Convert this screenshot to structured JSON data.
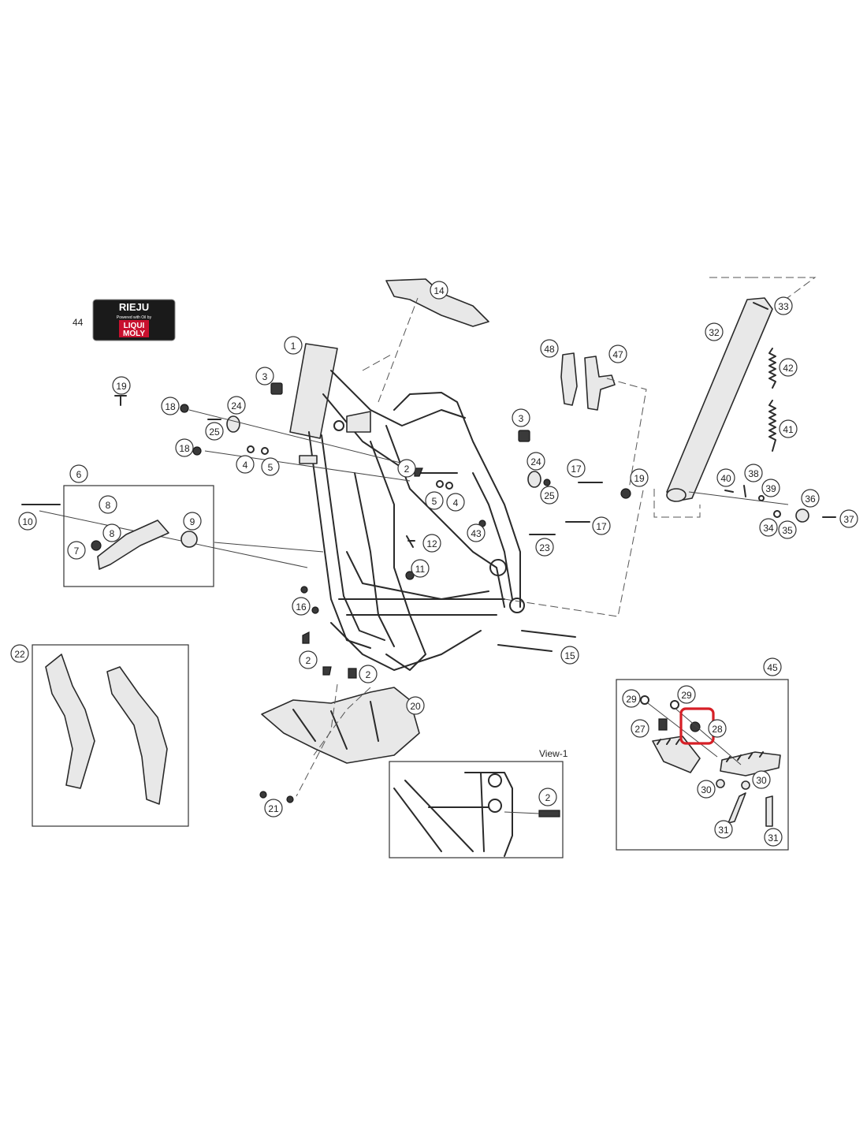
{
  "diagram": {
    "brand_badge": {
      "brand": "RIEJU",
      "tagline": "Powered with Oil by",
      "partner_line1": "LIQUI",
      "partner_line2": "MOLY",
      "badge_colors": {
        "background": "#1a1a1a",
        "partner": "#c8102e",
        "partner_text": "#ffffff"
      }
    },
    "label_44": "44",
    "view_label": "View-1",
    "highlight_color": "#d61f26",
    "callouts": [
      {
        "id": "c14",
        "label": "14"
      },
      {
        "id": "c33",
        "label": "33"
      },
      {
        "id": "c1",
        "label": "1"
      },
      {
        "id": "c48",
        "label": "48"
      },
      {
        "id": "c47",
        "label": "47"
      },
      {
        "id": "c32",
        "label": "32"
      },
      {
        "id": "c42",
        "label": "42"
      },
      {
        "id": "c3a",
        "label": "3"
      },
      {
        "id": "c19a",
        "label": "19"
      },
      {
        "id": "c18a",
        "label": "18"
      },
      {
        "id": "c24a",
        "label": "24"
      },
      {
        "id": "c25a",
        "label": "25"
      },
      {
        "id": "c3b",
        "label": "3"
      },
      {
        "id": "c41",
        "label": "41"
      },
      {
        "id": "c18b",
        "label": "18"
      },
      {
        "id": "c4a",
        "label": "4"
      },
      {
        "id": "c5a",
        "label": "5"
      },
      {
        "id": "c2a",
        "label": "2"
      },
      {
        "id": "c24b",
        "label": "24"
      },
      {
        "id": "c17a",
        "label": "17"
      },
      {
        "id": "c6",
        "label": "6"
      },
      {
        "id": "c38",
        "label": "38"
      },
      {
        "id": "c40",
        "label": "40"
      },
      {
        "id": "c19b",
        "label": "19"
      },
      {
        "id": "c25b",
        "label": "25"
      },
      {
        "id": "c39",
        "label": "39"
      },
      {
        "id": "c5b",
        "label": "5"
      },
      {
        "id": "c4b",
        "label": "4"
      },
      {
        "id": "c36",
        "label": "36"
      },
      {
        "id": "c8a",
        "label": "8"
      },
      {
        "id": "c10",
        "label": "10"
      },
      {
        "id": "c37",
        "label": "37"
      },
      {
        "id": "c9",
        "label": "9"
      },
      {
        "id": "c17b",
        "label": "17"
      },
      {
        "id": "c34",
        "label": "34"
      },
      {
        "id": "c35",
        "label": "35"
      },
      {
        "id": "c43",
        "label": "43"
      },
      {
        "id": "c8b",
        "label": "8"
      },
      {
        "id": "c12",
        "label": "12"
      },
      {
        "id": "c23",
        "label": "23"
      },
      {
        "id": "c7",
        "label": "7"
      },
      {
        "id": "c11",
        "label": "11"
      },
      {
        "id": "c16",
        "label": "16"
      },
      {
        "id": "c22",
        "label": "22"
      },
      {
        "id": "c15",
        "label": "15"
      },
      {
        "id": "c2b",
        "label": "2"
      },
      {
        "id": "c45",
        "label": "45"
      },
      {
        "id": "c2c",
        "label": "2"
      },
      {
        "id": "c29a",
        "label": "29"
      },
      {
        "id": "c29b",
        "label": "29"
      },
      {
        "id": "c20",
        "label": "20"
      },
      {
        "id": "c27",
        "label": "27"
      },
      {
        "id": "c28",
        "label": "28"
      },
      {
        "id": "c30a",
        "label": "30"
      },
      {
        "id": "c30b",
        "label": "30"
      },
      {
        "id": "c2d",
        "label": "2"
      },
      {
        "id": "c21",
        "label": "21"
      },
      {
        "id": "c31a",
        "label": "31"
      },
      {
        "id": "c31b",
        "label": "31"
      }
    ]
  }
}
